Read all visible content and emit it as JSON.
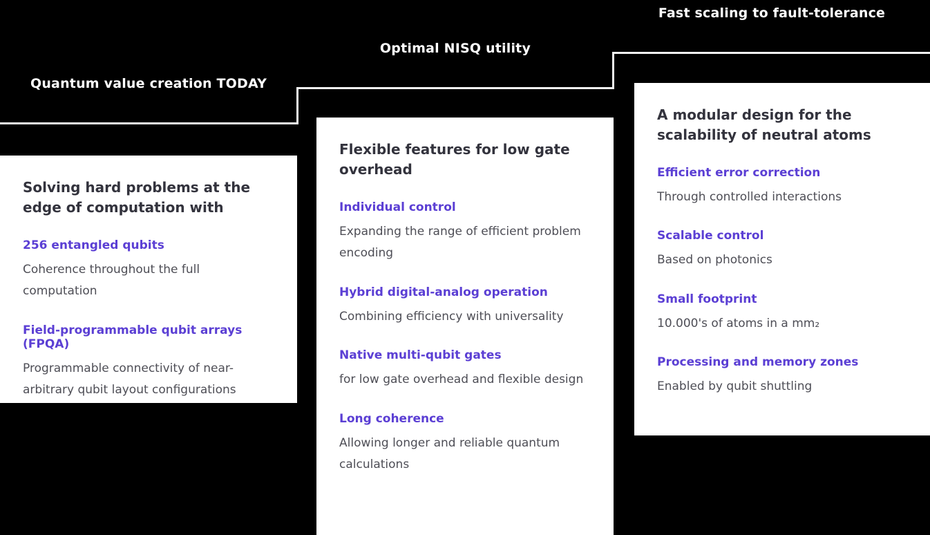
{
  "colors": {
    "background": "#000000",
    "card_background": "#ffffff",
    "accent_purple": "#5b3fd4",
    "heading_dark": "#33333d",
    "body_gray": "#4e4e56",
    "step_line": "#f4f4f4",
    "title_white": "#ffffff"
  },
  "columns": [
    {
      "title": "Quantum value creation TODAY",
      "card": {
        "heading": "Solving hard problems at the edge of computation with",
        "items": [
          {
            "label": "256 entangled qubits",
            "text": "Coherence throughout the full computation"
          },
          {
            "label": "Field-programmable qubit arrays (FPQA)",
            "text": "Programmable connectivity of near-arbitrary qubit layout configurations"
          }
        ]
      }
    },
    {
      "title": "Optimal NISQ utility",
      "card": {
        "heading": "Flexible features for low gate overhead",
        "items": [
          {
            "label": "Individual control",
            "text": "Expanding the range of efficient problem encoding"
          },
          {
            "label": "Hybrid digital-analog operation",
            "text": "Combining efficiency with universality"
          },
          {
            "label": "Native multi-qubit gates",
            "text": "for low gate overhead and flexible design"
          },
          {
            "label": "Long coherence",
            "text": "Allowing longer and reliable quantum calculations"
          }
        ]
      }
    },
    {
      "title": "Fast scaling to fault-tolerance",
      "card": {
        "heading": "A modular design for the scalability of neutral atoms",
        "items": [
          {
            "label": "Efficient error correction",
            "text": "Through controlled interactions"
          },
          {
            "label": "Scalable control",
            "text": "Based on photonics"
          },
          {
            "label": "Small footprint",
            "text": "10.000's of atoms in a mm₂"
          },
          {
            "label": "Processing and memory zones",
            "text": "Enabled by qubit shuttling"
          }
        ]
      }
    }
  ]
}
